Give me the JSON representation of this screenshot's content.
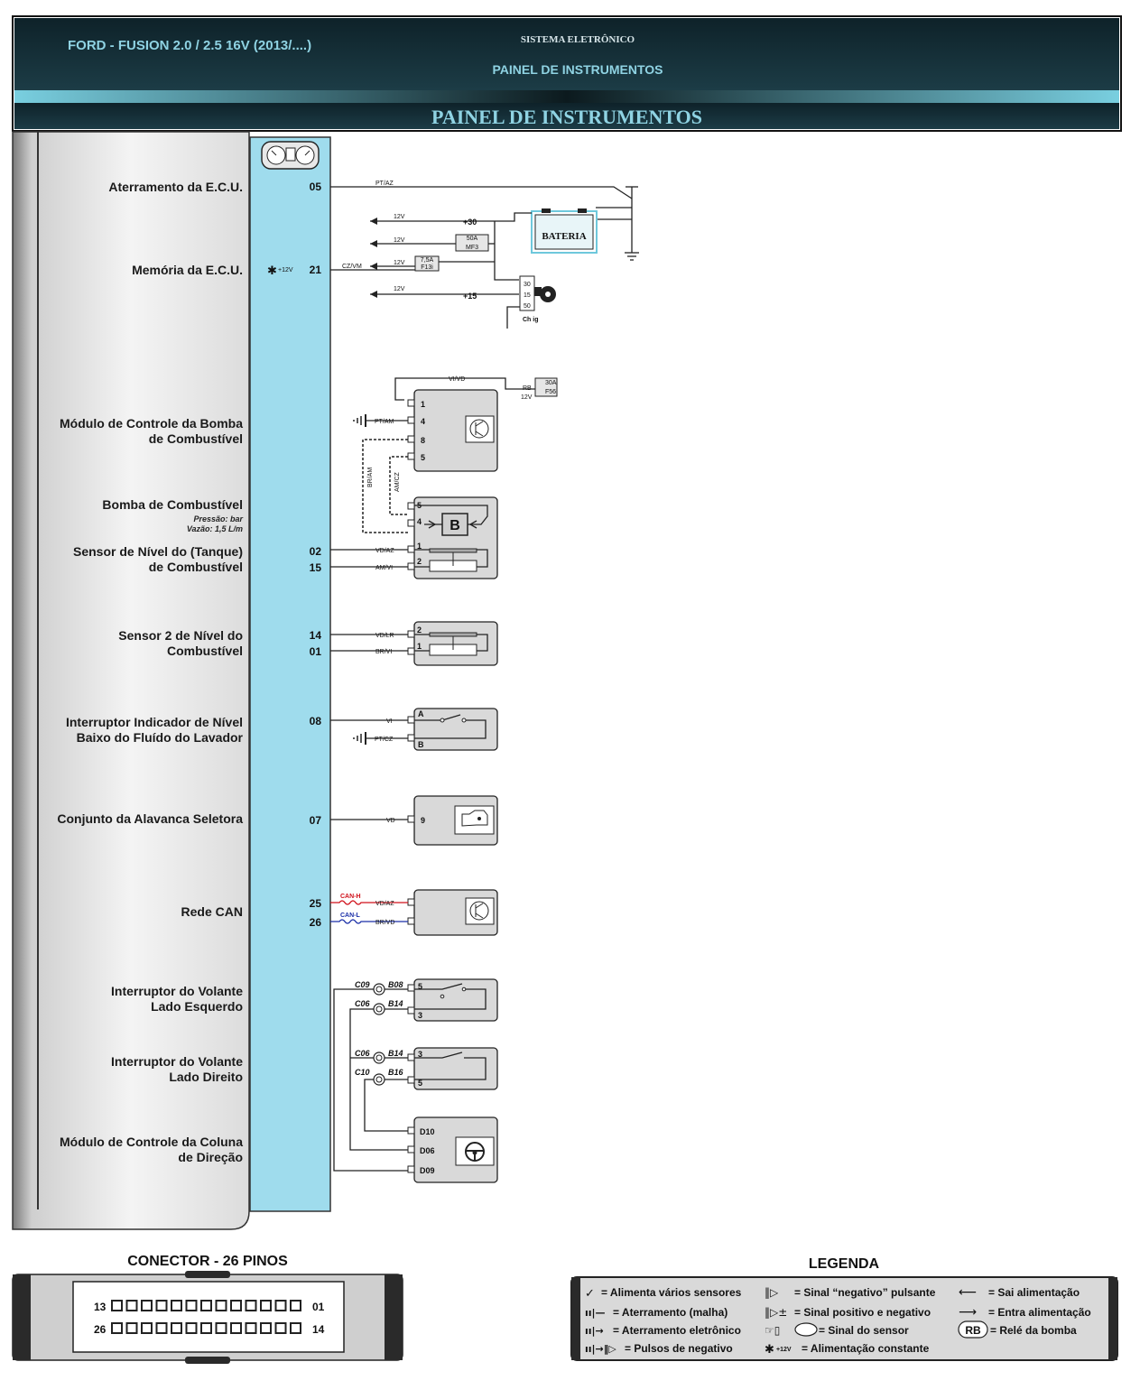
{
  "header": {
    "title_left": "FORD - FUSION 2.0 / 2.5 16V (2013/....)",
    "system": "SISTEMA ELETRÔNICO",
    "subtitle": "PAINEL DE INSTRUMENTOS",
    "banner": "PAINEL DE INSTRUMENTOS"
  },
  "labels": {
    "ground": "Aterramento da E.C.U.",
    "memory": "Memória da E.C.U.",
    "pump_module_1": "Módulo de Controle da Bomba",
    "pump_module_2": "de Combustível",
    "pump": "Bomba de Combustível",
    "pressure": "Pressão: bar",
    "flow": "Vazão: 1,5 L/m",
    "level_1": "Sensor de Nível do (Tanque)",
    "level_2": "de Combustível",
    "level2_1": "Sensor 2 de Nível do",
    "level2_2": "Combustível",
    "washer_1": "Interruptor Indicador de Nível",
    "washer_2": "Baixo do Fluído do Lavador",
    "selector": "Conjunto da Alavanca Seletora",
    "can": "Rede CAN",
    "sw_left_1": "Interruptor do Volante",
    "sw_left_2": "Lado Esquerdo",
    "sw_right_1": "Interruptor do Volante",
    "sw_right_2": "Lado Direito",
    "column_1": "Módulo de Controle da Coluna",
    "column_2": "de Direção"
  },
  "pins": {
    "p05": "05",
    "p21": "21",
    "p02": "02",
    "p15": "15",
    "p14": "14",
    "p01": "01",
    "p08": "08",
    "p07": "07",
    "p25": "25",
    "p26": "26"
  },
  "wires": {
    "w05": "PT/AZ",
    "w21": "CZ/VM",
    "w02": "VD/AZ",
    "w15": "AM/VI",
    "w14": "VD/LR",
    "w01": "BR/VI",
    "w08": "VI",
    "w08b": "PT/CZ",
    "w07": "VD",
    "w25": "VD/AZ",
    "w26": "BR/VD",
    "pump_gnd": "PT/AM",
    "top": "VI/VD",
    "dash1": "BR/AM",
    "dash2": "AM/CZ"
  },
  "power": {
    "v12": "12V",
    "plus12": "+12V",
    "plus30": "+30",
    "plus15": "+15",
    "fuse_mf3": "MF3",
    "fuse_mf3_amp": "50A",
    "fuse_f13": "F13i",
    "fuse_f13_amp": "7,5A",
    "battery": "BATERIA",
    "ign": "Ch ig",
    "ign_30": "30",
    "ign_15": "15",
    "ign_50": "50",
    "rb": "RB",
    "fuse_f56": "F56",
    "fuse_f56_amp": "30A"
  },
  "comp_pins": {
    "m1": "1",
    "m4": "4",
    "m8": "8",
    "m5": "5",
    "b5": "5",
    "b4": "4",
    "b1": "1",
    "b2": "2",
    "s2": "2",
    "s1": "1",
    "a": "A",
    "b": "B",
    "nine": "9",
    "pump_letter": "B",
    "sw5": "5",
    "sw3": "3",
    "d10": "D10",
    "d06": "D06",
    "d09": "D09"
  },
  "can": {
    "h": "CAN-H",
    "l": "CAN-L",
    "h_color": "#d0101a",
    "l_color": "#1a2fa8"
  },
  "connectors": {
    "c09": "C09",
    "b08": "B08",
    "c06": "C06",
    "b14": "B14",
    "c06b": "C06",
    "b14b": "B14",
    "c10": "C10",
    "b16": "B16"
  },
  "connector": {
    "title": "CONECTOR - 26 PINOS",
    "row1_start": "13",
    "row1_end": "01",
    "row2_start": "26",
    "row2_end": "14"
  },
  "legend": {
    "title": "LEGENDA",
    "items": [
      "= Alimenta vários sensores",
      "= Sinal “negativo” pulsante",
      "= Sai alimentação",
      "= Aterramento (malha)",
      "= Sinal positivo e negativo",
      "= Entra alimentação",
      "= Aterramento eletrônico",
      "= Sinal do sensor",
      "= Relé da bomba",
      "= Pulsos de negativo",
      "= Alimentação constante"
    ],
    "rb": "RB",
    "plus12": "+12V"
  },
  "colors": {
    "ecu": "#9fdced",
    "header_bg": "#143039",
    "accent": "#6ec8dc"
  }
}
